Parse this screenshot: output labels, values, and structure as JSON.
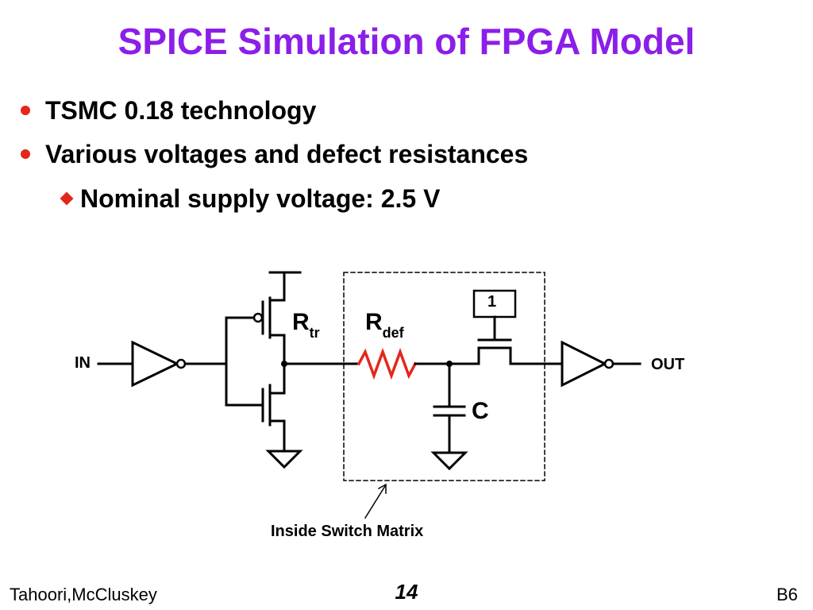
{
  "slide": {
    "title": "SPICE Simulation of FPGA Model",
    "bullets": [
      {
        "text": "TSMC 0.18 technology"
      },
      {
        "text": "Various voltages and defect resistances"
      }
    ],
    "sub_bullets": [
      {
        "text": "Nominal supply voltage: 2.5 V"
      }
    ]
  },
  "diagram": {
    "labels": {
      "input": "IN",
      "output": "OUT",
      "r_tr_main": "R",
      "r_tr_sub": "tr",
      "r_def_main": "R",
      "r_def_sub": "def",
      "capacitor": "C",
      "gate_value": "1",
      "switch_matrix": "Inside Switch Matrix"
    },
    "colors": {
      "resistor": "#e3271b",
      "wire": "#000000",
      "box_border": "#000000"
    }
  },
  "footer": {
    "authors": "Tahoori,McCluskey",
    "page_number": "14",
    "code": "B6"
  },
  "colors": {
    "title": "#8b1ee8",
    "bullet_marker": "#e3271b"
  }
}
